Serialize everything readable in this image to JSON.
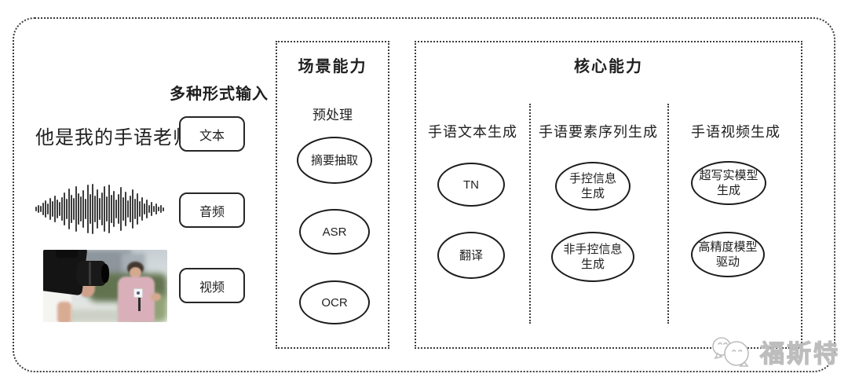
{
  "inputs": {
    "heading": "多种形式输入",
    "sentence": "他是我的手语老师",
    "items": [
      {
        "label": "文本"
      },
      {
        "label": "音频"
      },
      {
        "label": "视频"
      }
    ]
  },
  "scene": {
    "title": "场景能力",
    "subtitle": "预处理",
    "nodes": [
      "摘要抽取",
      "ASR",
      "OCR"
    ]
  },
  "core": {
    "title": "核心能力",
    "columns": [
      {
        "label": "手语文本生成",
        "nodes": [
          {
            "l1": "TN"
          },
          {
            "l1": "翻译"
          }
        ]
      },
      {
        "label": "手语要素序列生成",
        "nodes": [
          {
            "l1": "手控信息",
            "l2": "生成"
          },
          {
            "l1": "非手控信息",
            "l2": "生成"
          }
        ]
      },
      {
        "label": "手语视频生成",
        "nodes": [
          {
            "l1": "超写实模型",
            "l2": "生成"
          },
          {
            "l1": "高精度模型",
            "l2": "驱动"
          }
        ]
      }
    ]
  },
  "watermark": {
    "text": "福斯特"
  },
  "waveform": {
    "bars": [
      6,
      10,
      8,
      16,
      22,
      14,
      28,
      20,
      34,
      24,
      18,
      30,
      42,
      26,
      52,
      36,
      28,
      58,
      40,
      32,
      48,
      26,
      62,
      38,
      64,
      34,
      50,
      28,
      42,
      58,
      32,
      62,
      36,
      46,
      24,
      38,
      56,
      30,
      44,
      22,
      34,
      50,
      26,
      40,
      20,
      30,
      14,
      24,
      10,
      18,
      8,
      14,
      6,
      10,
      5
    ]
  }
}
